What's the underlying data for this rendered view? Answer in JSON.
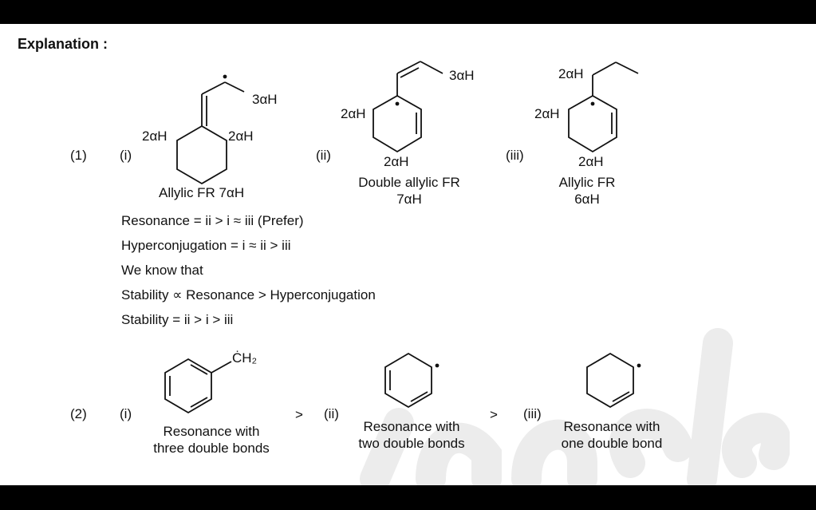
{
  "heading": "Explanation :",
  "part1": {
    "number": "(1)",
    "i": {
      "roman": "(i)",
      "labels": {
        "top": "3αH",
        "left": "2αH",
        "right": "2αH"
      },
      "caption": "Allylic FR 7αH"
    },
    "ii": {
      "roman": "(ii)",
      "labels": {
        "top": "3αH",
        "left": "2αH",
        "bottom": "2αH"
      },
      "caption_line1": "Double allylic FR",
      "caption_line2": "7αH"
    },
    "iii": {
      "roman": "(iii)",
      "labels": {
        "top": "2αH",
        "left": "2αH",
        "bottom": "2αH"
      },
      "caption_line1": "Allylic FR",
      "caption_line2": "6αH"
    },
    "statements": [
      "Resonance = ii > i ≈ iii (Prefer)",
      "Hyperconjugation = i ≈ ii > iii",
      "We know that",
      "Stability ∝ Resonance > Hyperconjugation",
      "Stability = ii > i > iii"
    ]
  },
  "part2": {
    "number": "(2)",
    "i": {
      "roman": "(i)",
      "group": "ĊH₂",
      "caption_line1": "Resonance with",
      "caption_line2": "three double bonds"
    },
    "gt1": ">",
    "ii": {
      "roman": "(ii)",
      "caption_line1": "Resonance with",
      "caption_line2": "two double bonds"
    },
    "gt2": ">",
    "iii": {
      "roman": "(iii)",
      "caption_line1": "Resonance with",
      "caption_line2": "one double bond"
    }
  },
  "colors": {
    "background": "#ffffff",
    "frame": "#000000",
    "text": "#111111",
    "watermark": "#ececec"
  },
  "watermark_icon": "brand-watermark-icon"
}
